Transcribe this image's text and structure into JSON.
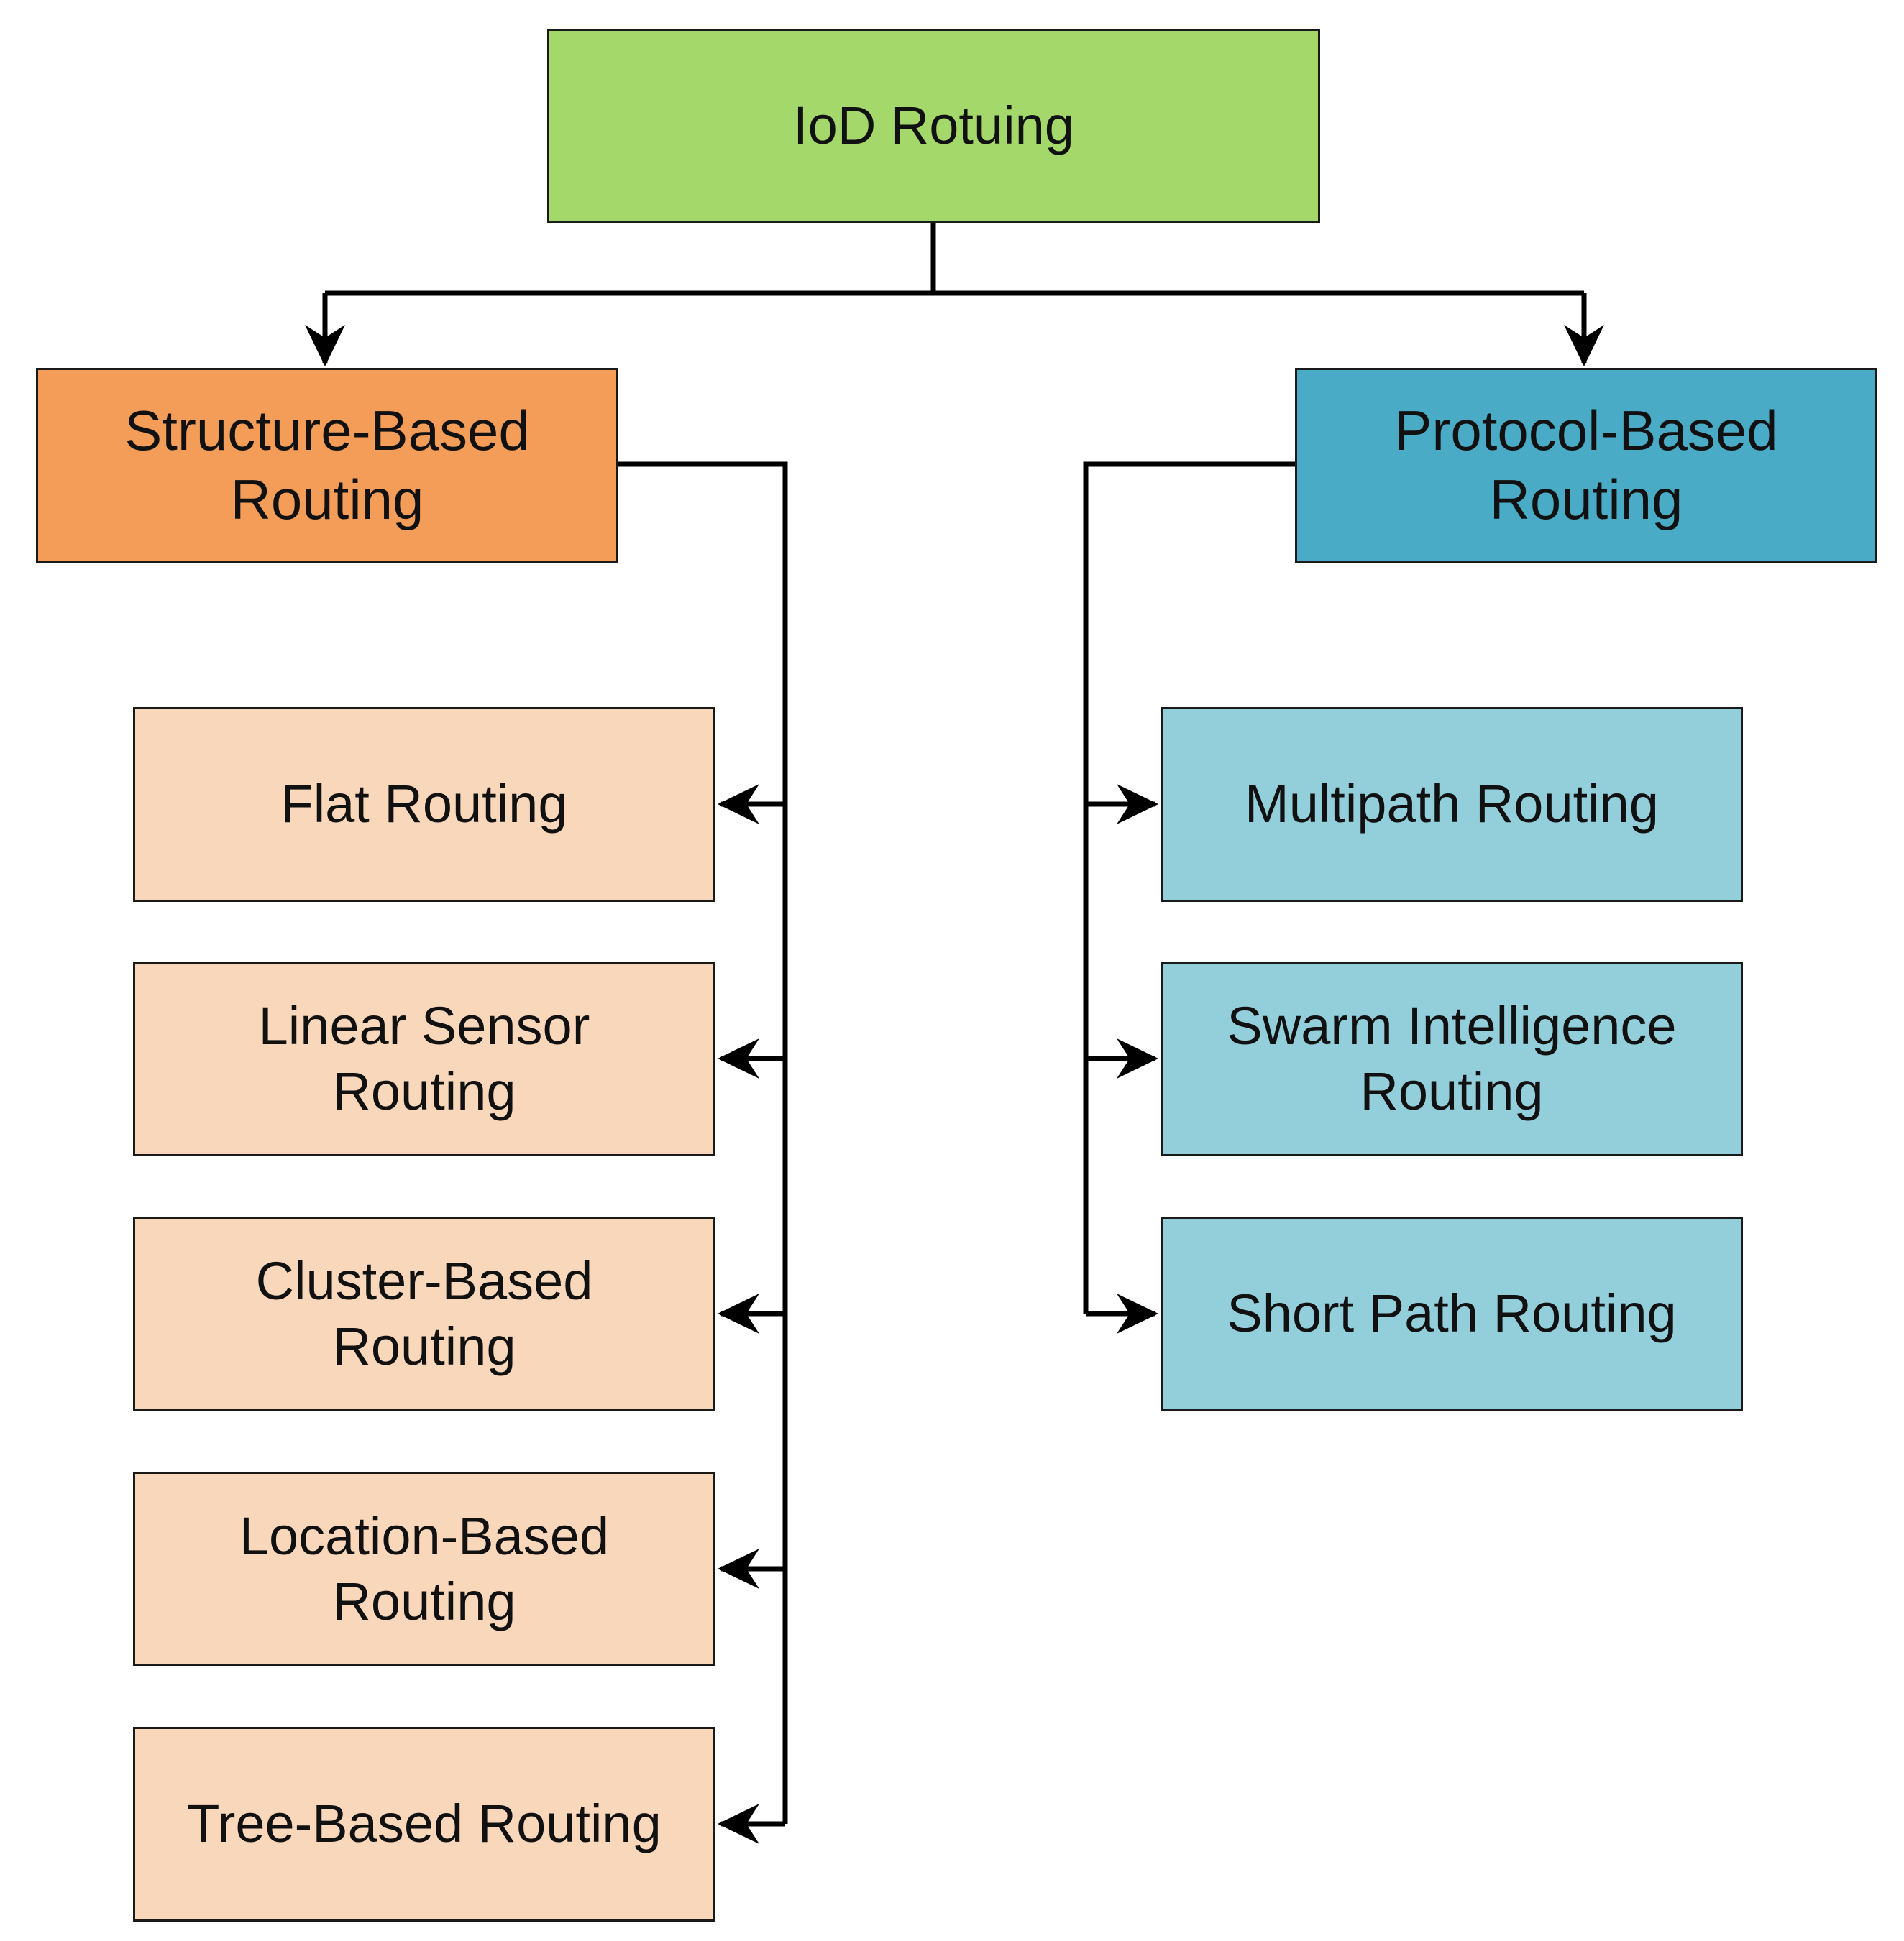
{
  "colors": {
    "root_fill": "#a4d86a",
    "structure_fill": "#f49d59",
    "protocol_fill": "#4aabc6",
    "structure_leaf_fill": "#f9d7bb",
    "protocol_leaf_fill": "#93cedb",
    "line": "#000000"
  },
  "root": {
    "label": "IoD Rotuing"
  },
  "structure": {
    "label": "Structure-Based\nRouting",
    "children": [
      "Flat Routing",
      "Linear Sensor\nRouting",
      "Cluster-Based\nRouting",
      "Location-Based\nRouting",
      "Tree-Based Routing"
    ]
  },
  "protocol": {
    "label": "Protocol-Based\nRouting",
    "children": [
      "Multipath Routing",
      "Swarm Intelligence\nRouting",
      "Short Path Routing"
    ]
  }
}
